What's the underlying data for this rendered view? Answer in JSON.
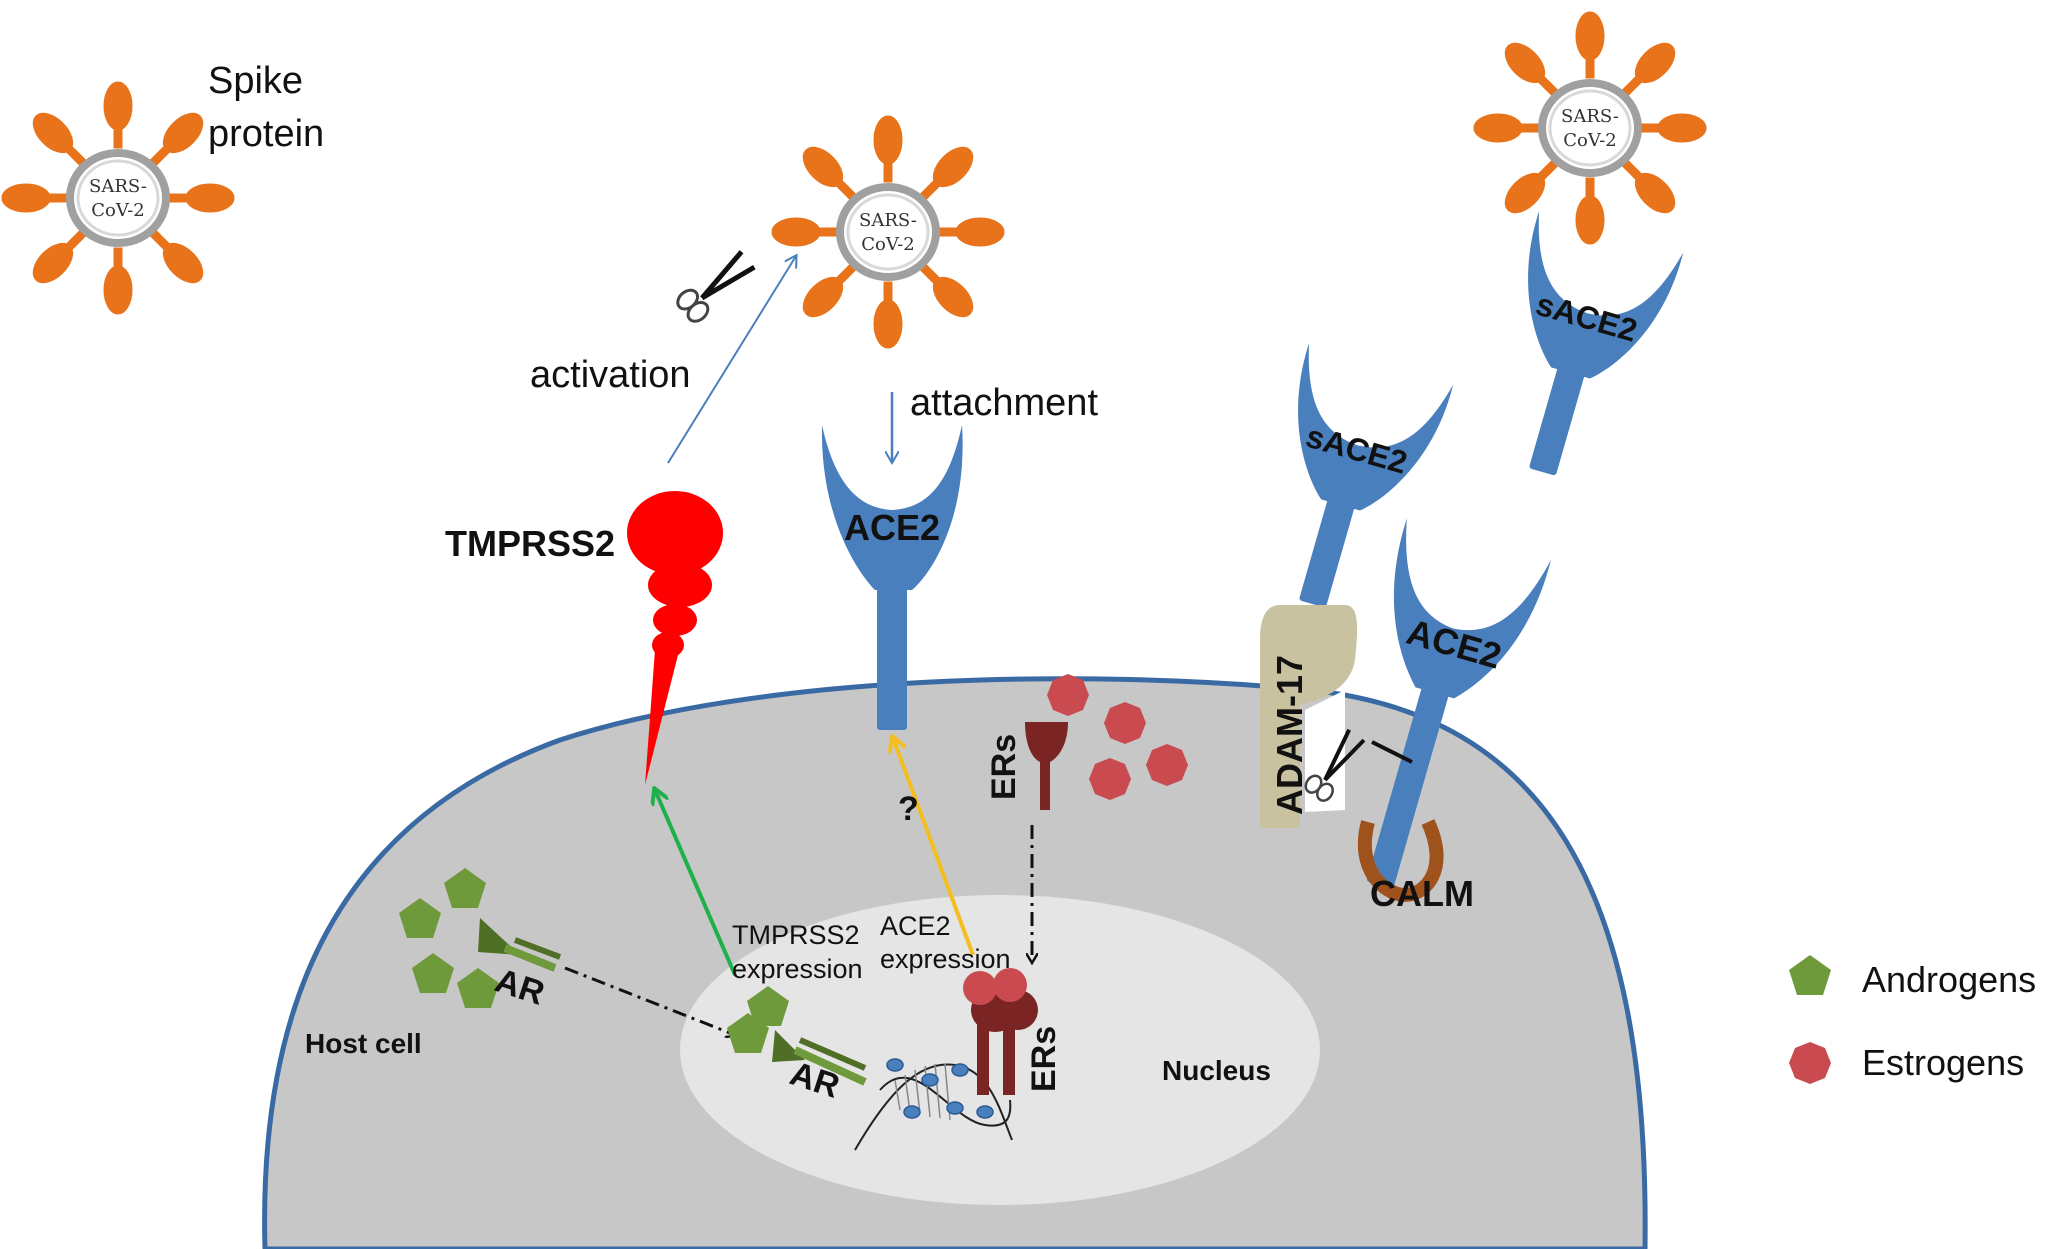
{
  "labels": {
    "spike_protein_1": "Spike",
    "spike_protein_2": "protein",
    "sars_1": "SARS-",
    "sars_2": "CoV-2",
    "activation": "activation",
    "attachment": "attachment",
    "tmprss2": "TMPRSS2",
    "ace2_main": "ACE2",
    "ace2_right": "ACE2",
    "sace2": "sACE2",
    "adam17": "ADAM-17",
    "calm": "CALM",
    "ers": "ERs",
    "ar": "AR",
    "host_cell": "Host cell",
    "nucleus": "Nucleus",
    "tmprss2_expr_1": "TMPRSS2",
    "tmprss2_expr_2": "expression",
    "ace2_expr_1": "ACE2",
    "ace2_expr_2": "expression",
    "question": "?"
  },
  "legend": [
    {
      "label": "Androgens",
      "shape": "pentagon",
      "color": "#6f9a3c"
    },
    {
      "label": "Estrogens",
      "shape": "circle",
      "color": "#c94b4f"
    }
  ],
  "colors": {
    "virus_spike": "#e8731a",
    "ace2": "#4a7fbe",
    "tmprss2": "#ff0000",
    "androgen": "#6f9a3c",
    "estrogen": "#c94b4f",
    "receptor_er": "#7a2424",
    "adam17": "#c8c2a0",
    "calm": "#a0521d",
    "cell": "#c7c7c7",
    "nucleus": "#e5e5e5",
    "arrow_green": "#1fb04b",
    "arrow_yellow": "#f5be1f"
  }
}
